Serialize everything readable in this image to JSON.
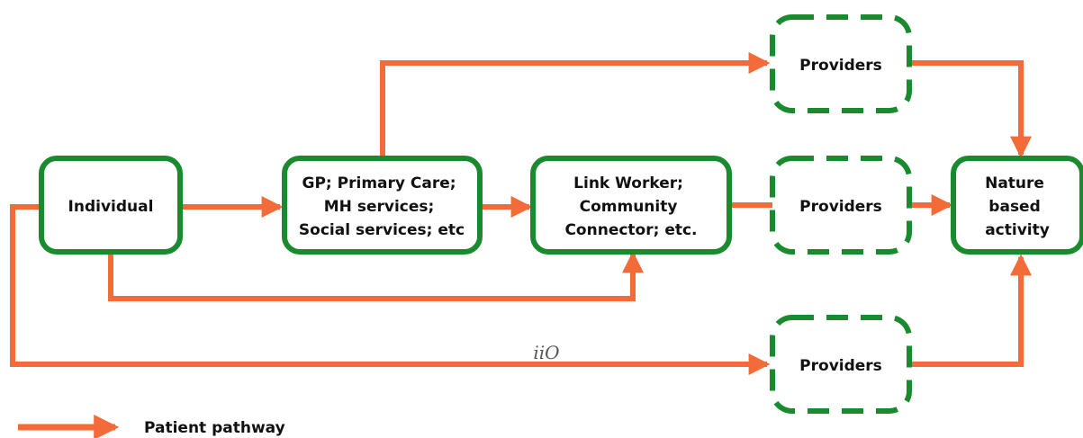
{
  "colors": {
    "solid_box_border": "#1a8a2e",
    "dashed_box_border": "#1a8a2e",
    "arrow": "#f26b38",
    "text": "#111111"
  },
  "boxes": {
    "individual": {
      "lines": [
        "Individual"
      ]
    },
    "gp": {
      "lines": [
        "GP; Primary Care;",
        "MH services;",
        "Social services; etc"
      ]
    },
    "link_worker": {
      "lines": [
        "Link Worker;",
        "Community",
        "Connector; etc."
      ]
    },
    "nature": {
      "lines": [
        "Nature",
        "based",
        "activity"
      ]
    },
    "providers_top": {
      "lines": [
        "Providers"
      ]
    },
    "providers_mid": {
      "lines": [
        "Providers"
      ]
    },
    "providers_bottom": {
      "lines": [
        "Providers"
      ]
    }
  },
  "legend": {
    "label": "Patient pathway"
  },
  "watermark": {
    "text": "iiO"
  }
}
